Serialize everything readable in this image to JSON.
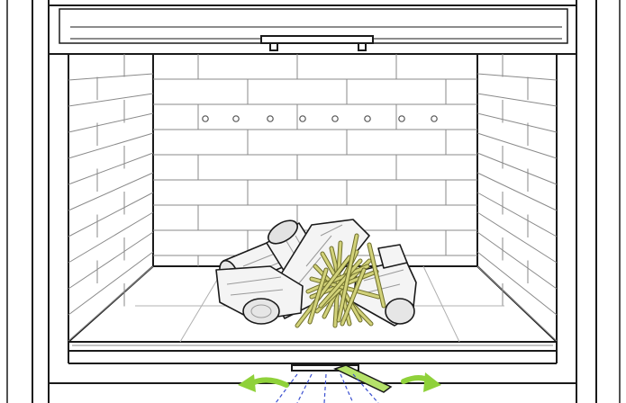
{
  "diagram": {
    "subject": "fireplace-firebox-with-log-set",
    "colors": {
      "line": "#1a1a1a",
      "brick_line": "#8a8a8a",
      "kindling": "#d2d27a",
      "kindling_outline": "#6e6e2a",
      "vent_lever": "#b5e26a",
      "arrow_green": "#8fd13a",
      "air_flow_dash": "#3a4fd0",
      "log_fill": "#f4f4f4",
      "log_shade": "#9a9a9a"
    },
    "burner_port_count": 8,
    "air_flow_line_count": 5,
    "airflow_arrows": [
      "left",
      "right"
    ]
  }
}
